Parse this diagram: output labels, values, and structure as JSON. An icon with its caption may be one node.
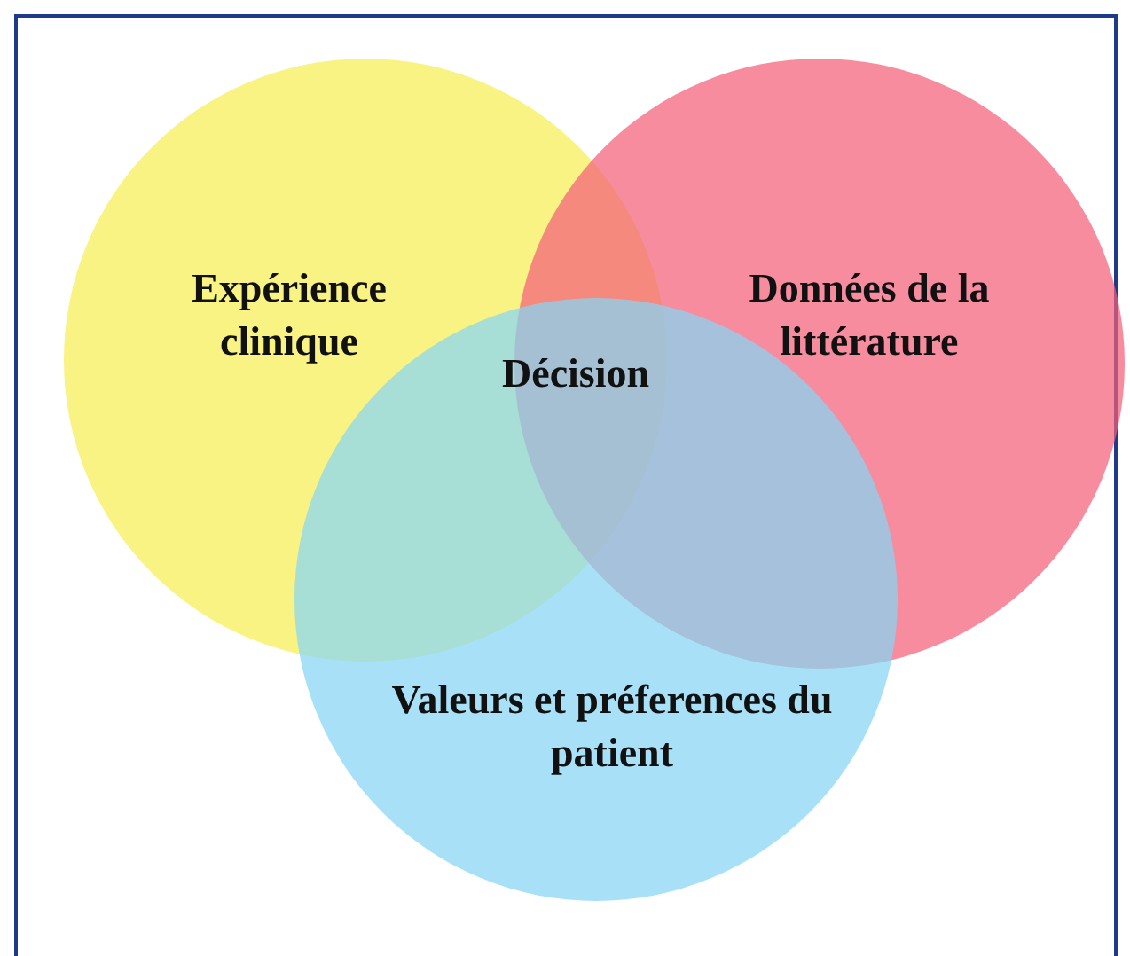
{
  "diagram": {
    "nodes": [
      {
        "text": [
          "Expérience clinique"
        ]
      },
      {
        "text": [
          "Données de la littérature"
        ]
      },
      {
        "text": [
          "Valeurs et préferences du patient"
        ]
      }
    ],
    "labels": [
      "Décision"
    ]
  }
}
